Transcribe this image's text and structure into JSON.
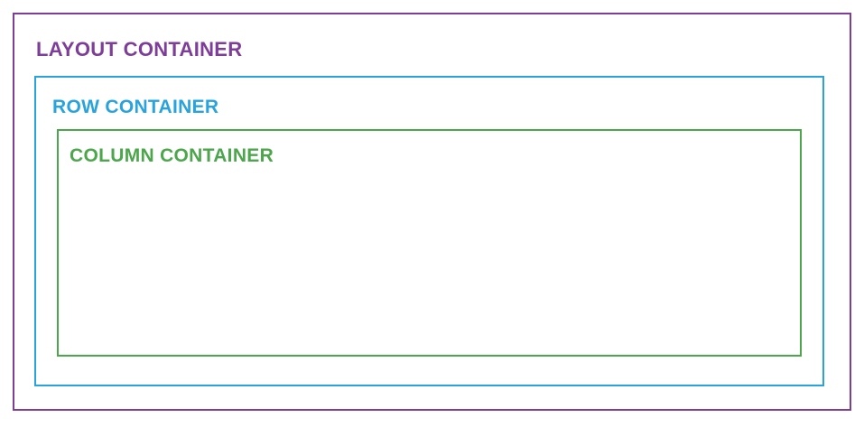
{
  "diagram": {
    "layout": {
      "label": "LAYOUT CONTAINER",
      "color": "#7d3d98"
    },
    "row": {
      "label": "ROW CONTAINER",
      "color": "#29a3de"
    },
    "column": {
      "label": "COLUMN CONTAINER",
      "color": "#4ca64c"
    }
  }
}
